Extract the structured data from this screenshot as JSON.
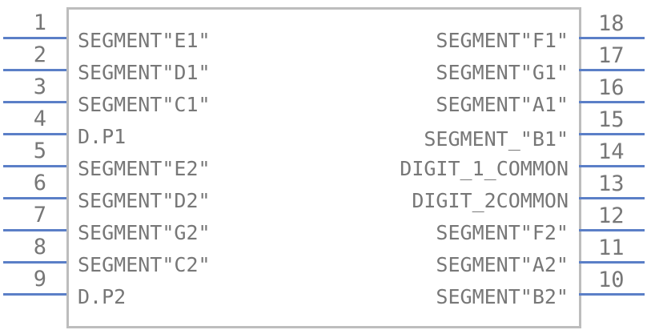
{
  "component": {
    "left_pins": [
      {
        "number": "1",
        "label": "SEGMENT\"E1\""
      },
      {
        "number": "2",
        "label": "SEGMENT\"D1\""
      },
      {
        "number": "3",
        "label": "SEGMENT\"C1\""
      },
      {
        "number": "4",
        "label": "D.P1"
      },
      {
        "number": "5",
        "label": "SEGMENT\"E2\""
      },
      {
        "number": "6",
        "label": "SEGMENT\"D2\""
      },
      {
        "number": "7",
        "label": "SEGMENT\"G2\""
      },
      {
        "number": "8",
        "label": "SEGMENT\"C2\""
      },
      {
        "number": "9",
        "label": "D.P2"
      }
    ],
    "right_pins": [
      {
        "number": "18",
        "label": "SEGMENT\"F1\""
      },
      {
        "number": "17",
        "label": "SEGMENT\"G1\""
      },
      {
        "number": "16",
        "label": "SEGMENT\"A1\""
      },
      {
        "number": "15",
        "label": "SEGMENT_\"B1\""
      },
      {
        "number": "14",
        "label": "DIGIT_1_COMMON"
      },
      {
        "number": "13",
        "label": "DIGIT_2COMMON"
      },
      {
        "number": "12",
        "label": "SEGMENT\"F2\""
      },
      {
        "number": "11",
        "label": "SEGMENT\"A2\""
      },
      {
        "number": "10",
        "label": "SEGMENT\"B2\""
      }
    ],
    "colors": {
      "pin_line": "#5b7fc7",
      "body_outline": "#bdbdbd",
      "text": "#777777"
    }
  }
}
